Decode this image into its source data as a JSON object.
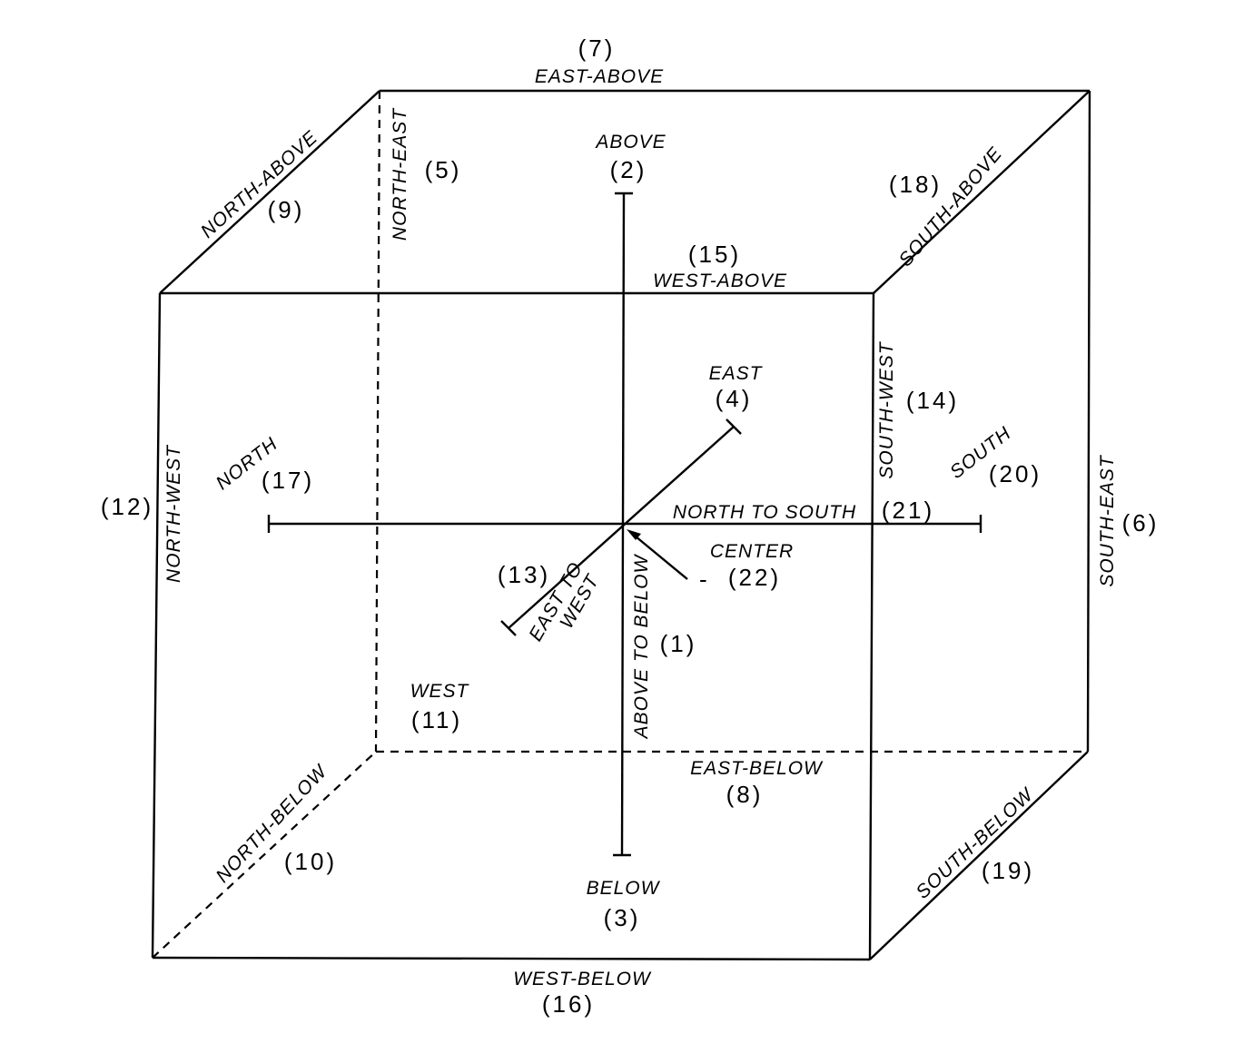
{
  "cube": {
    "edges": {
      "top_back": {
        "label": "EAST-ABOVE",
        "number": "(7)"
      },
      "top_left": {
        "label": "NORTH-ABOVE",
        "number": "(9)"
      },
      "top_right": {
        "label": "SOUTH-ABOVE",
        "number": "(18)"
      },
      "top_front": {
        "label": "WEST-ABOVE",
        "number": "(15)"
      },
      "back_left_vertical": {
        "label": "NORTH-EAST",
        "number": "(5)"
      },
      "front_right_vertical": {
        "label": "SOUTH-WEST",
        "number": "(14)"
      },
      "front_left_vertical": {
        "label": "NORTH-WEST",
        "number": "(12)"
      },
      "back_right_vertical": {
        "label": "SOUTH-EAST",
        "number": "(6)"
      },
      "bottom_back": {
        "label": "EAST-BELOW",
        "number": "(8)"
      },
      "bottom_left": {
        "label": "NORTH-BELOW",
        "number": "(10)"
      },
      "bottom_right": {
        "label": "SOUTH-BELOW",
        "number": "(19)"
      },
      "bottom_front": {
        "label": "WEST-BELOW",
        "number": "(16)"
      }
    },
    "points": {
      "above": {
        "label": "ABOVE",
        "number": "(2)"
      },
      "below": {
        "label": "BELOW",
        "number": "(3)"
      },
      "east": {
        "label": "EAST",
        "number": "(4)"
      },
      "west": {
        "label": "WEST",
        "number": "(11)"
      },
      "north": {
        "label": "NORTH",
        "number": "(17)"
      },
      "south": {
        "label": "SOUTH",
        "number": "(20)"
      },
      "center": {
        "label": "CENTER",
        "number": "(22)"
      }
    },
    "axes": {
      "vertical": {
        "label": "ABOVE TO BELOW",
        "number": "(1)"
      },
      "depth": {
        "label_line1": "EAST TO",
        "label_line2": "WEST",
        "number": "(13)"
      },
      "horizontal": {
        "label": "NORTH TO SOUTH",
        "number": "(21)"
      }
    }
  }
}
